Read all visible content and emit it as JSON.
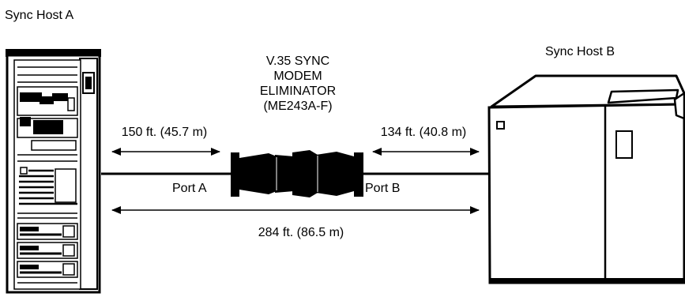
{
  "hosts": {
    "a_label": "Sync Host A",
    "b_label": "Sync Host B"
  },
  "eliminator": {
    "line1": "V.35 SYNC",
    "line2": "MODEM",
    "line3": "ELIMINATOR",
    "line4": "(ME243A-F)"
  },
  "ports": {
    "a": "Port A",
    "b": "Port B"
  },
  "distances": {
    "host_a_to_eliminator": "150 ft. (45.7 m)",
    "eliminator_to_host_b": "134 ft. (40.8 m)",
    "total": "284 ft. (86.5 m)"
  }
}
